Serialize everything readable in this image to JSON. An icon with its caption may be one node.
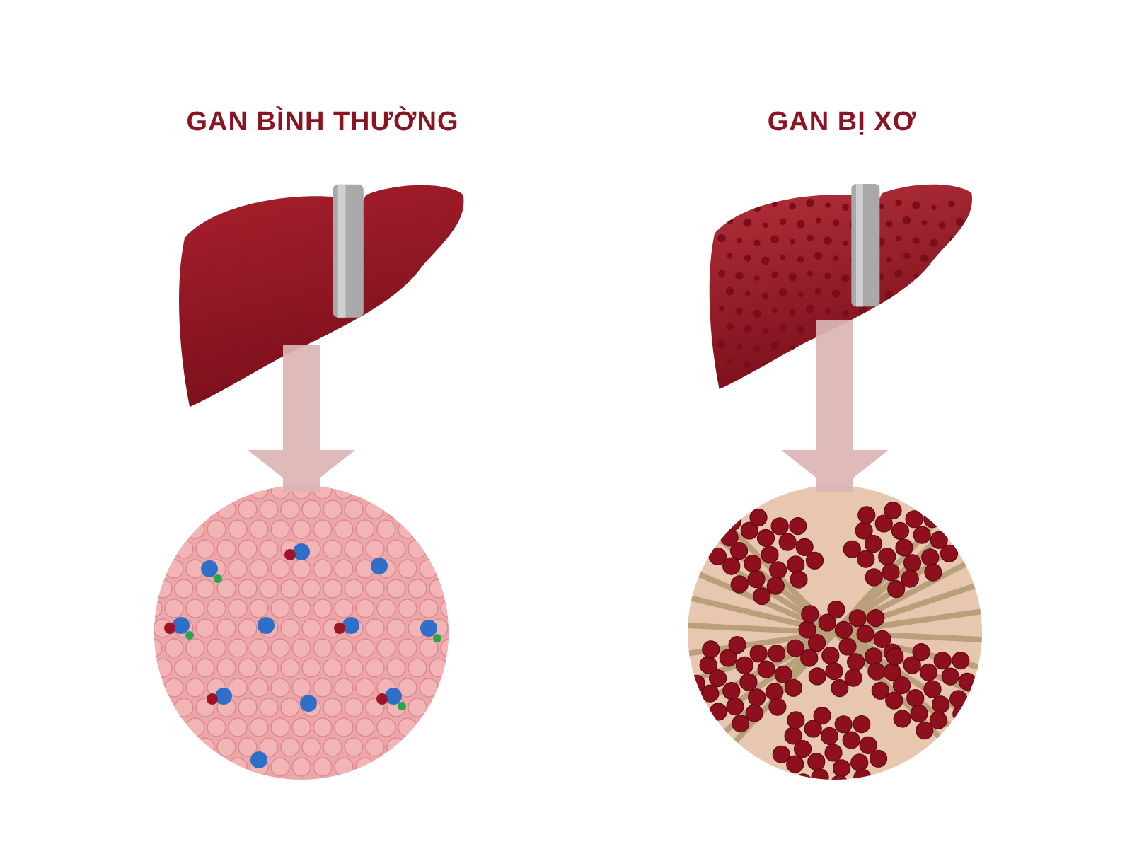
{
  "diagram": {
    "nodes": [
      {
        "text": [
          "GAN BÌNH THƯỜNG"
        ]
      },
      {
        "text": [],
        "shape": "picture"
      },
      {
        "text": [
          "GAN BỊ XƠ"
        ]
      },
      {
        "text": [],
        "shape": "picture"
      }
    ],
    "edges": [
      {
        "from": 0,
        "to": 1,
        "arrow": "to"
      },
      {
        "from": 2,
        "to": 3,
        "arrow": "to"
      }
    ]
  }
}
